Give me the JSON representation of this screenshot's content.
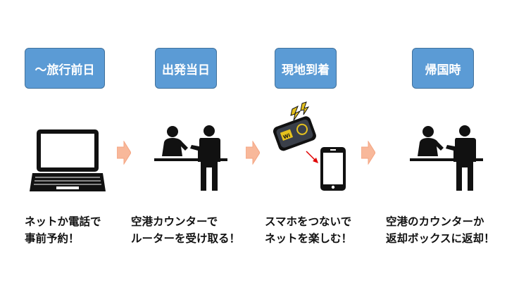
{
  "steps": [
    {
      "label": "～旅行前日",
      "caption": [
        "ネットか電話で",
        "事前予約！"
      ],
      "icon": "laptop-icon"
    },
    {
      "label": "出発当日",
      "caption": [
        "空港カウンターで",
        "ルーターを受け取る！"
      ],
      "icon": "counter-service-icon"
    },
    {
      "label": "現地到着",
      "caption": [
        "スマホをつないで",
        "ネットを楽しむ！"
      ],
      "icon": "wifi-router-to-smartphone-icon"
    },
    {
      "label": "帰国時",
      "caption": [
        "空港のカウンターか",
        "返却ボックスに返却！"
      ],
      "icon": "counter-service-icon"
    }
  ],
  "router_badge": "Wi",
  "colors": {
    "step_fill": "#5b9bd5",
    "step_border": "#41719c",
    "arrow_fill": "#f8b89a",
    "arrow_stroke": "#f4a582",
    "icon": "#111111",
    "router_accent": "#e6c21e",
    "link_arrow": "#e00000"
  }
}
